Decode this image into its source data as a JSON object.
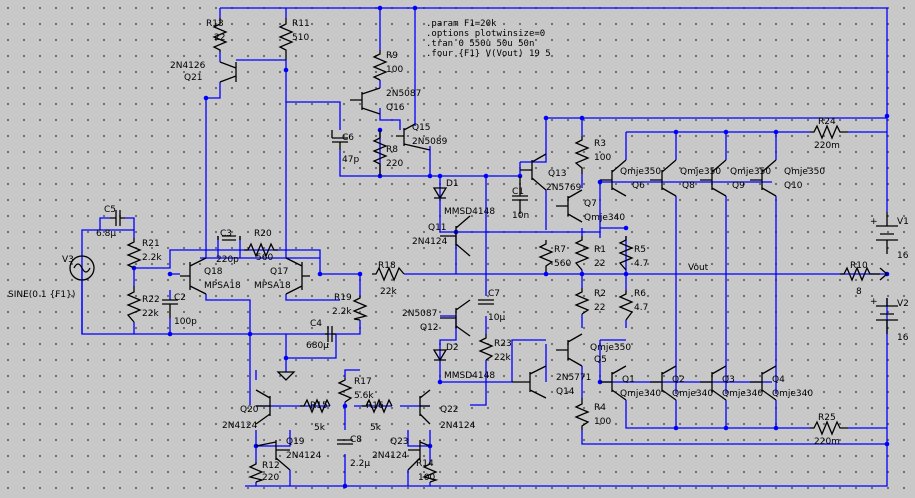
{
  "directives": [
    ".param F1=20k",
    ".options plotwinsize=0",
    ".tran 0 550u 50u 50n",
    ".four {F1} V(Vout) 19 5"
  ],
  "source_V3": {
    "name": "V3",
    "value": "SINE(0 1 {F1})"
  },
  "net_label": "Vout",
  "resistors": {
    "R13": {
      "name": "R13",
      "value": "22"
    },
    "R11": {
      "name": "R11",
      "value": "510"
    },
    "R9": {
      "name": "R9",
      "value": "100"
    },
    "R8": {
      "name": "R8",
      "value": "220"
    },
    "R21": {
      "name": "R21",
      "value": "2.2k"
    },
    "R22": {
      "name": "R22",
      "value": "22k"
    },
    "R20": {
      "name": "R20",
      "value": "560"
    },
    "R18": {
      "name": "R18",
      "value": "22k"
    },
    "R19": {
      "name": "R19",
      "value": "2.2k"
    },
    "R17": {
      "name": "R17",
      "value": "5.6k"
    },
    "R15": {
      "name": "R15",
      "value": "5k"
    },
    "R16": {
      "name": "R16",
      "value": "5k"
    },
    "R12": {
      "name": "R12",
      "value": "220"
    },
    "R14": {
      "name": "R14",
      "value": "100"
    },
    "R23": {
      "name": "R23",
      "value": "22k"
    },
    "R7": {
      "name": "R7",
      "value": "560"
    },
    "R3": {
      "name": "R3",
      "value": "100"
    },
    "R1": {
      "name": "R1",
      "value": "22"
    },
    "R5": {
      "name": "R5",
      "value": "4.7"
    },
    "R2": {
      "name": "R2",
      "value": "22"
    },
    "R6": {
      "name": "R6",
      "value": "4.7"
    },
    "R4": {
      "name": "R4",
      "value": "100"
    },
    "R24": {
      "name": "R24",
      "value": "220m"
    },
    "R25": {
      "name": "R25",
      "value": "220m"
    },
    "R10": {
      "name": "R10",
      "value": "8"
    }
  },
  "capacitors": {
    "C5": {
      "name": "C5",
      "value": "6.8µ"
    },
    "C2": {
      "name": "C2",
      "value": "100p"
    },
    "C3": {
      "name": "C3",
      "value": "220p"
    },
    "C6": {
      "name": "C6",
      "value": "47p"
    },
    "C4": {
      "name": "C4",
      "value": "680µ"
    },
    "C8": {
      "name": "C8",
      "value": "2.2µ"
    },
    "C1": {
      "name": "C1",
      "value": "10n"
    },
    "C7": {
      "name": "C7",
      "value": "10µ"
    }
  },
  "diodes": {
    "D1": {
      "name": "D1",
      "value": "MMSD4148"
    },
    "D2": {
      "name": "D2",
      "value": "MMSD4148"
    }
  },
  "transistors": {
    "Q21": {
      "name": "Q21",
      "model": "2N4126"
    },
    "Q16": {
      "name": "Q16",
      "model": "2N5087"
    },
    "Q15": {
      "name": "Q15",
      "model": "2N5089"
    },
    "Q18": {
      "name": "Q18",
      "model": "MPSA18"
    },
    "Q17": {
      "name": "Q17",
      "model": "MPSA18"
    },
    "Q11": {
      "name": "Q11",
      "model": "2N4124"
    },
    "Q12": {
      "name": "Q12",
      "model": "2N5087"
    },
    "Q13": {
      "name": "Q13",
      "model": "2N5769"
    },
    "Q7": {
      "name": "Q7",
      "model": "Qmje340"
    },
    "Q5": {
      "name": "Q5",
      "model": "Qmje350"
    },
    "Q14": {
      "name": "Q14",
      "model": "2N5771"
    },
    "Q20": {
      "name": "Q20",
      "model": "2N4124"
    },
    "Q19": {
      "name": "Q19",
      "model": "2N4124"
    },
    "Q22": {
      "name": "Q22",
      "model": "2N4124"
    },
    "Q23": {
      "name": "Q23",
      "model": "2N4124"
    },
    "Q6": {
      "name": "Q6",
      "model": "Qmje350"
    },
    "Q8": {
      "name": "Q8",
      "model": "Qmje350"
    },
    "Q9": {
      "name": "Q9",
      "model": "Qmje350"
    },
    "Q10": {
      "name": "Q10",
      "model": "Qmje350"
    },
    "Q1": {
      "name": "Q1",
      "model": "Qmje340"
    },
    "Q2": {
      "name": "Q2",
      "model": "Qmje340"
    },
    "Q3": {
      "name": "Q3",
      "model": "Qmje340"
    },
    "Q4": {
      "name": "Q4",
      "model": "Qmje340"
    }
  },
  "supplies": {
    "V1": {
      "name": "V1",
      "value": "16"
    },
    "V2": {
      "name": "V2",
      "value": "16"
    }
  }
}
